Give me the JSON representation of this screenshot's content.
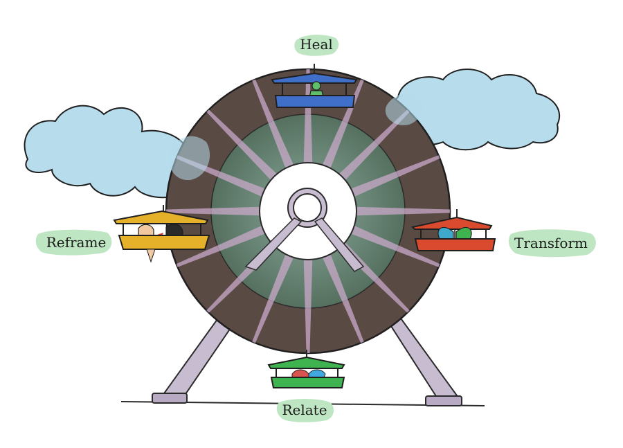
{
  "labels": {
    "heal": "Heal",
    "reframe": "Reframe",
    "transform": "Transform",
    "relate": "Relate"
  },
  "colors": {
    "sky_cloud": "#b7dcec",
    "wheel_outer": "#5a4a44",
    "wheel_inner": "#6e8a7e",
    "spoke": "#c9a9c9",
    "frame": "#c8bcd0",
    "label_bg": "#bfe6c3",
    "gondola_heal": "#3f6fc9",
    "gondola_reframe": "#e6b12a",
    "gondola_transform": "#d94a2f",
    "gondola_relate": "#3fb34f"
  },
  "icons": {
    "heal": "meditation-figure-icon",
    "reframe": "faces-icon",
    "transform": "butterfly-icon",
    "relate": "handshake-icon"
  }
}
